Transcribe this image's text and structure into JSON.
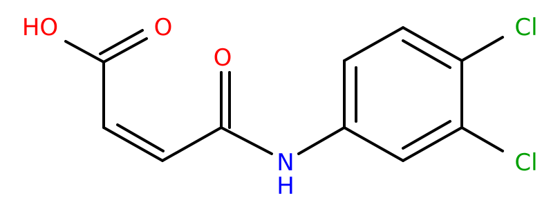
{
  "molecule": {
    "atoms": {
      "hydroxyl": {
        "text": "HO",
        "color": "#ff0000"
      },
      "acid_carbonyl_oxygen": {
        "text": "O",
        "color": "#ff0000"
      },
      "amide_carbonyl_oxygen": {
        "text": "O",
        "color": "#ff0000"
      },
      "amide_nitrogen": {
        "text": "N",
        "color": "#0000ff"
      },
      "amide_hydrogen": {
        "text": "H",
        "color": "#0000ff"
      },
      "chlorine_top": {
        "text": "Cl",
        "color": "#00a000"
      },
      "chlorine_bottom": {
        "text": "Cl",
        "color": "#00a000"
      }
    },
    "bond_color": "#000000"
  }
}
